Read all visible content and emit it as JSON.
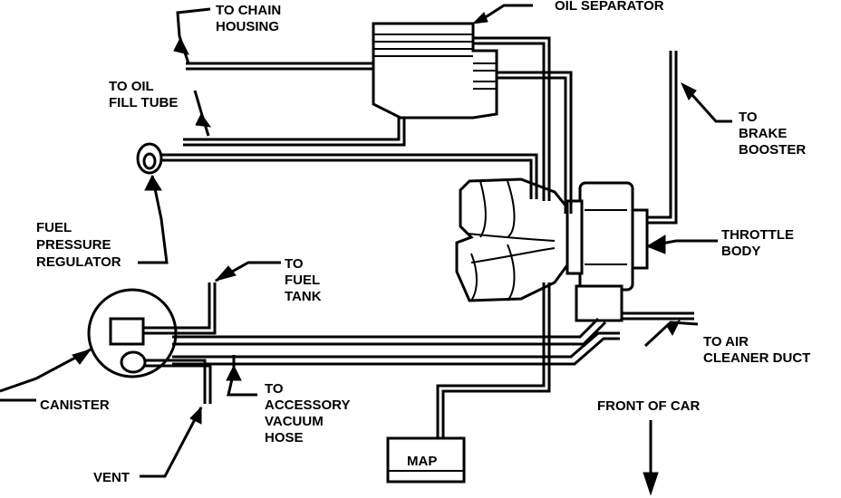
{
  "labels": {
    "chain_housing": [
      "TO CHAIN",
      "HOUSING"
    ],
    "oil_separator": "OIL SEPARATOR",
    "oil_fill_tube": [
      "TO OIL",
      "FILL TUBE"
    ],
    "brake_booster": [
      "TO",
      "BRAKE",
      "BOOSTER"
    ],
    "fuel_pressure_regulator": [
      "FUEL",
      "PRESSURE",
      "REGULATOR"
    ],
    "throttle_body": [
      "THROTTLE",
      "BODY"
    ],
    "fuel_tank": [
      "TO",
      "FUEL",
      "TANK"
    ],
    "air_cleaner_duct": [
      "TO AIR",
      "CLEANER DUCT"
    ],
    "canister": "CANISTER",
    "accessory_vacuum_hose": [
      "TO",
      "ACCESSORY",
      "VACUUM",
      "HOSE"
    ],
    "front_of_car": "FRONT OF CAR",
    "map": "MAP",
    "vent": "VENT"
  }
}
